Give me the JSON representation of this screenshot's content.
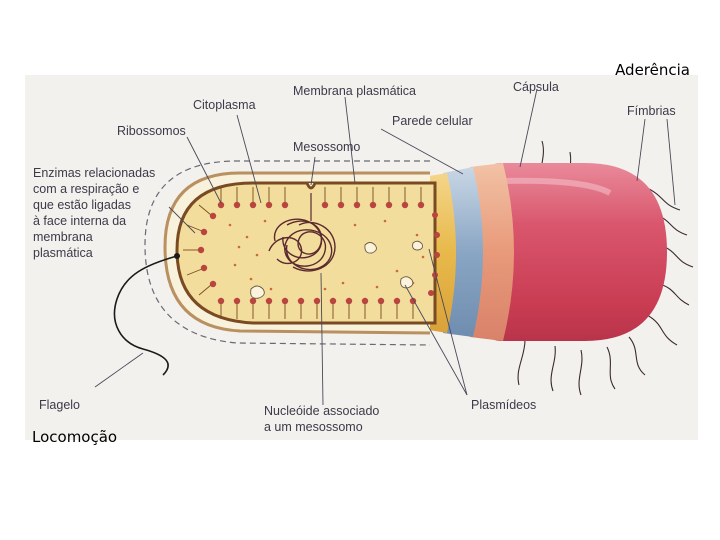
{
  "captions": {
    "aderencia": "Aderência",
    "locomocao": "Locomoção"
  },
  "diagram": {
    "labels": {
      "membrana_plasmatica": "Membrana plasmática",
      "capsula": "Cápsula",
      "citoplasma": "Citoplasma",
      "fimbrias": "Fímbrias",
      "parede_celular": "Parede celular",
      "ribossomos": "Ribossomos",
      "mesossomo": "Mesossomo",
      "enzimas": [
        "Enzimas relacionadas",
        "com a respiração e",
        "que estão ligadas",
        "à face interna da",
        "membrana",
        "plasmática"
      ],
      "flagelo": "Flagelo",
      "nucleoide": [
        "Nucleóide associado",
        "a um mesossomo"
      ],
      "plasmideos": "Plasmídeos"
    },
    "colors": {
      "capsule": "#d94f68",
      "cell_wall": "#e89a7a",
      "membrane_blue": "#8aa6c4",
      "membrane_yellow": "#e8b94a",
      "cytoplasm": "#f3dd9c",
      "ribosome": "#b8453e",
      "nucleoid": "#5a2a2e",
      "background": "#f3f1ee"
    }
  }
}
